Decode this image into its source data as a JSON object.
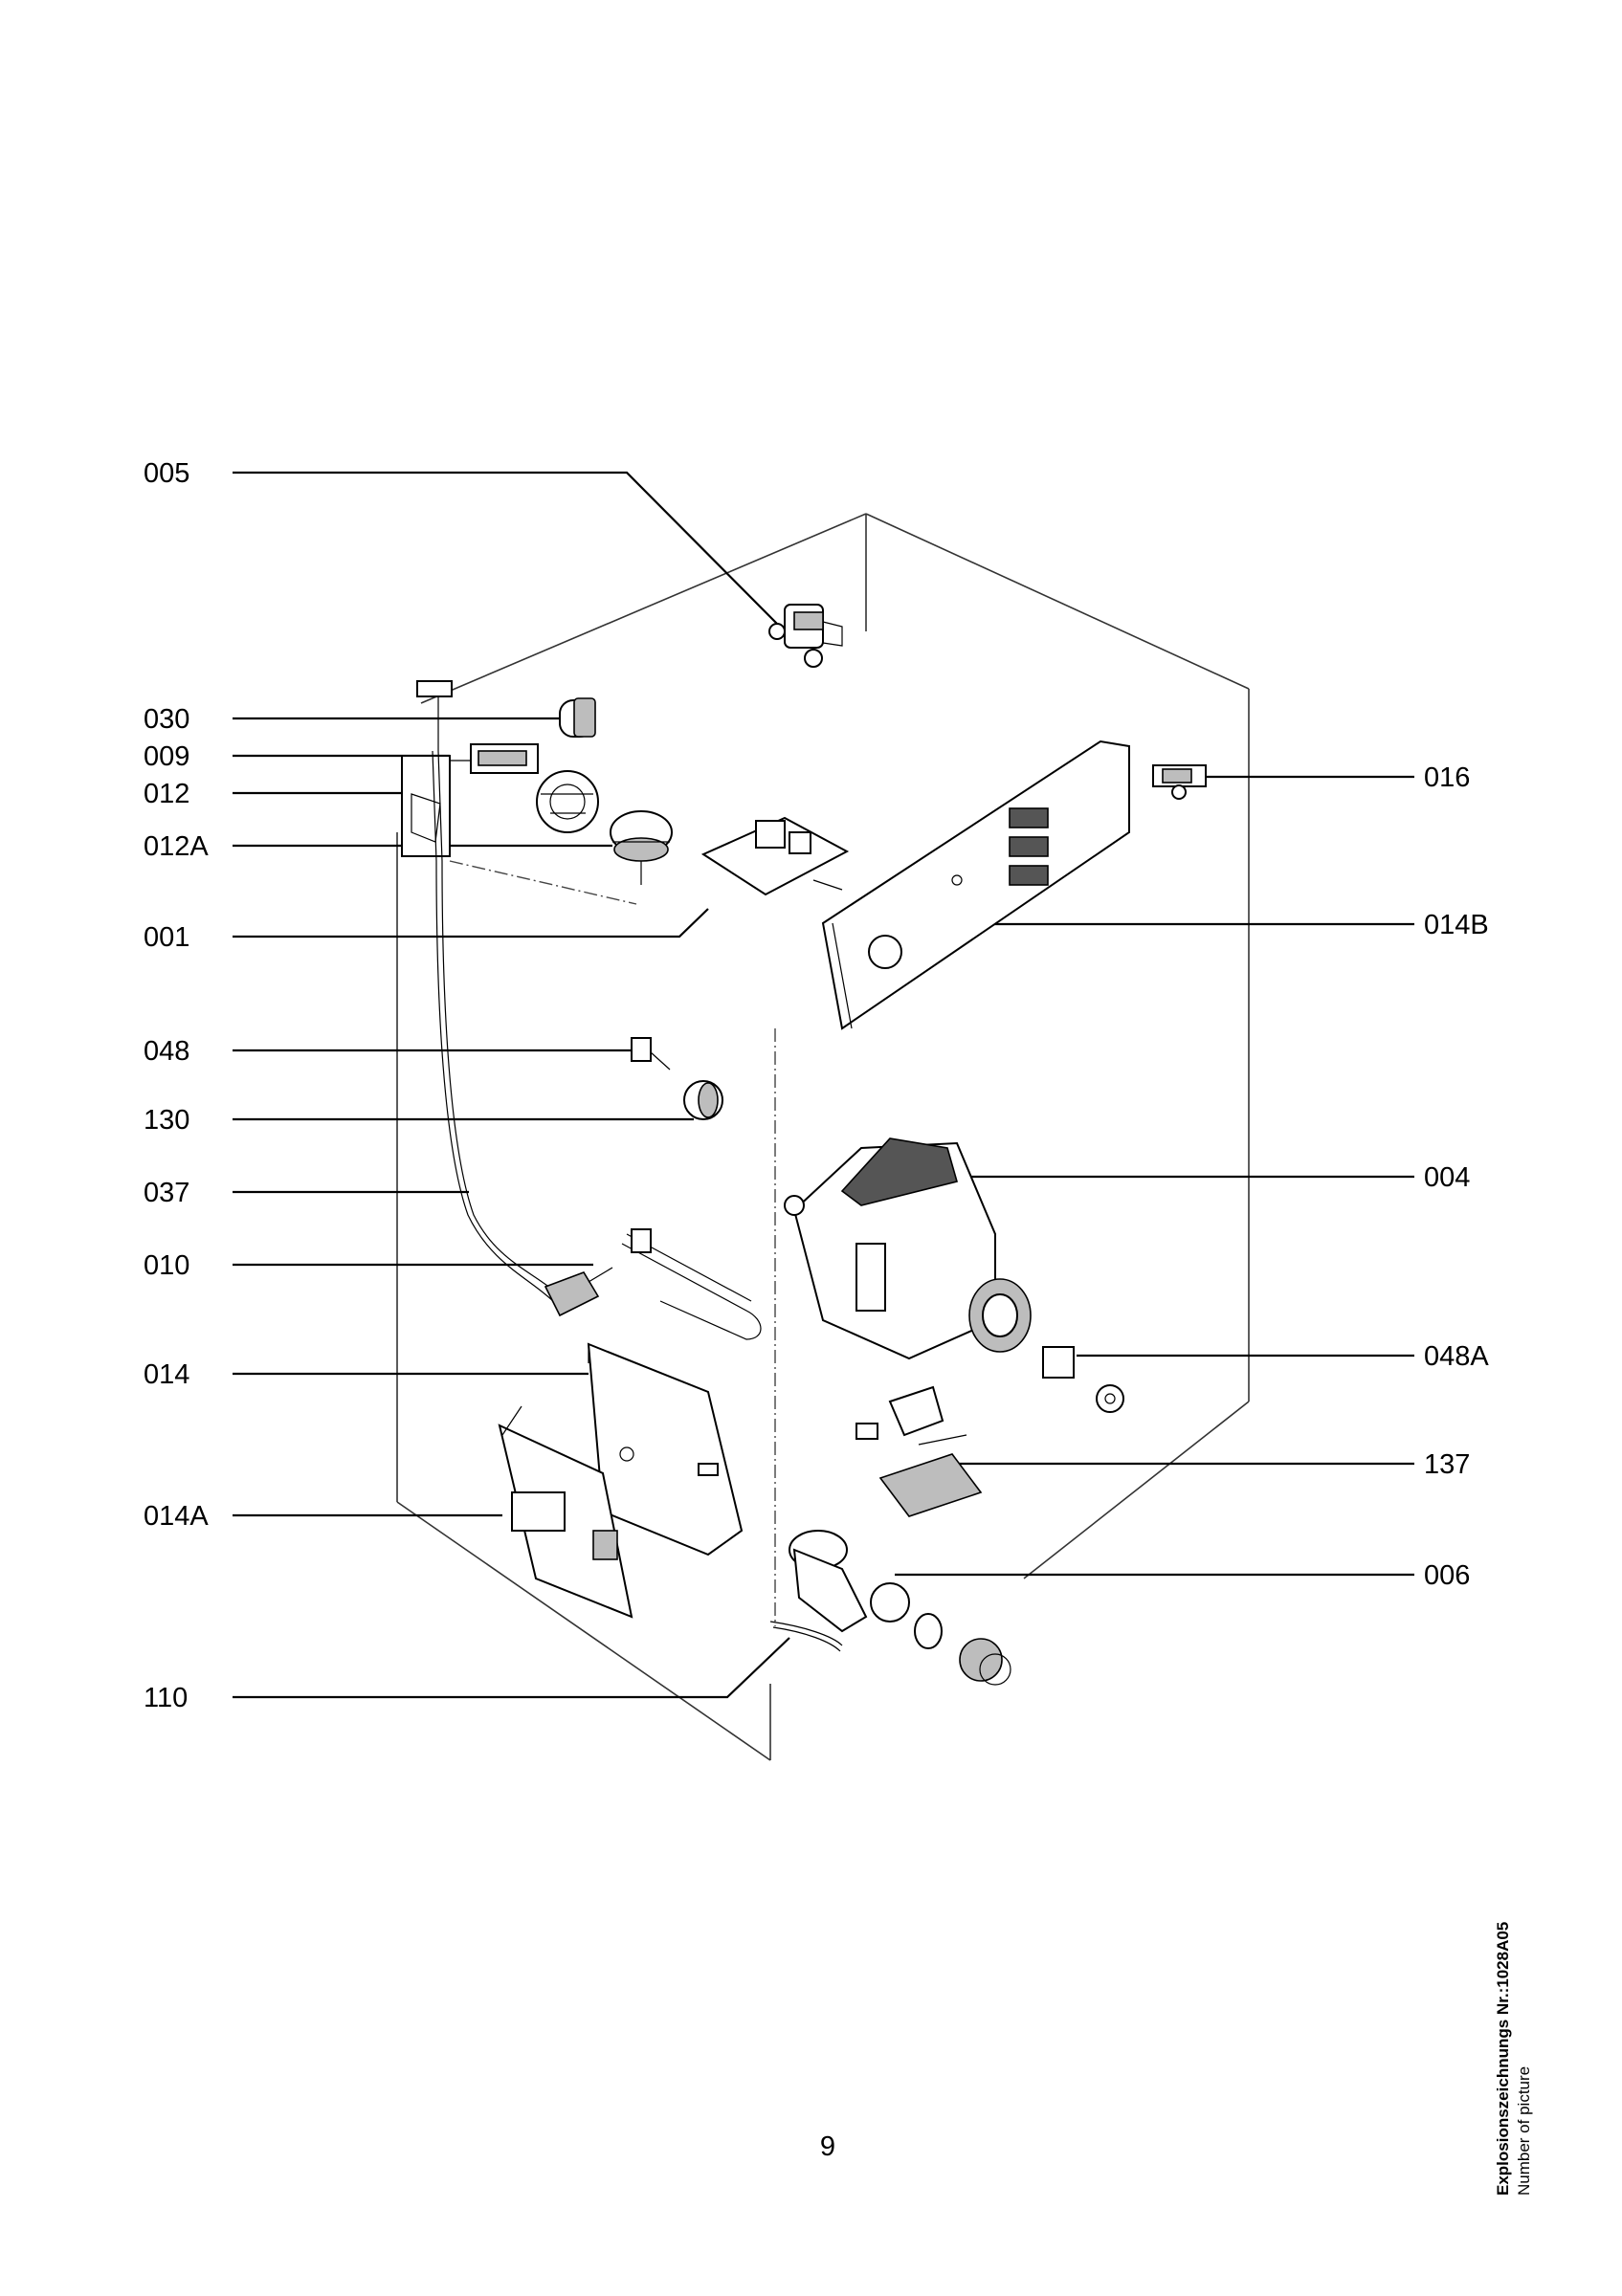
{
  "diagram": {
    "callouts": [
      {
        "id": "005"
      },
      {
        "id": "030"
      },
      {
        "id": "009"
      },
      {
        "id": "012"
      },
      {
        "id": "012A"
      },
      {
        "id": "001"
      },
      {
        "id": "048"
      },
      {
        "id": "130"
      },
      {
        "id": "037"
      },
      {
        "id": "010"
      },
      {
        "id": "014"
      },
      {
        "id": "014A"
      },
      {
        "id": "110"
      },
      {
        "id": "016"
      },
      {
        "id": "014B"
      },
      {
        "id": "004"
      },
      {
        "id": "048A"
      },
      {
        "id": "137"
      },
      {
        "id": "006"
      }
    ]
  },
  "footer": {
    "page_number": "9",
    "picture_number_label": "Explosionszeichnungs Nr.:1028A05",
    "picture_number_caption": "Number of picture"
  }
}
